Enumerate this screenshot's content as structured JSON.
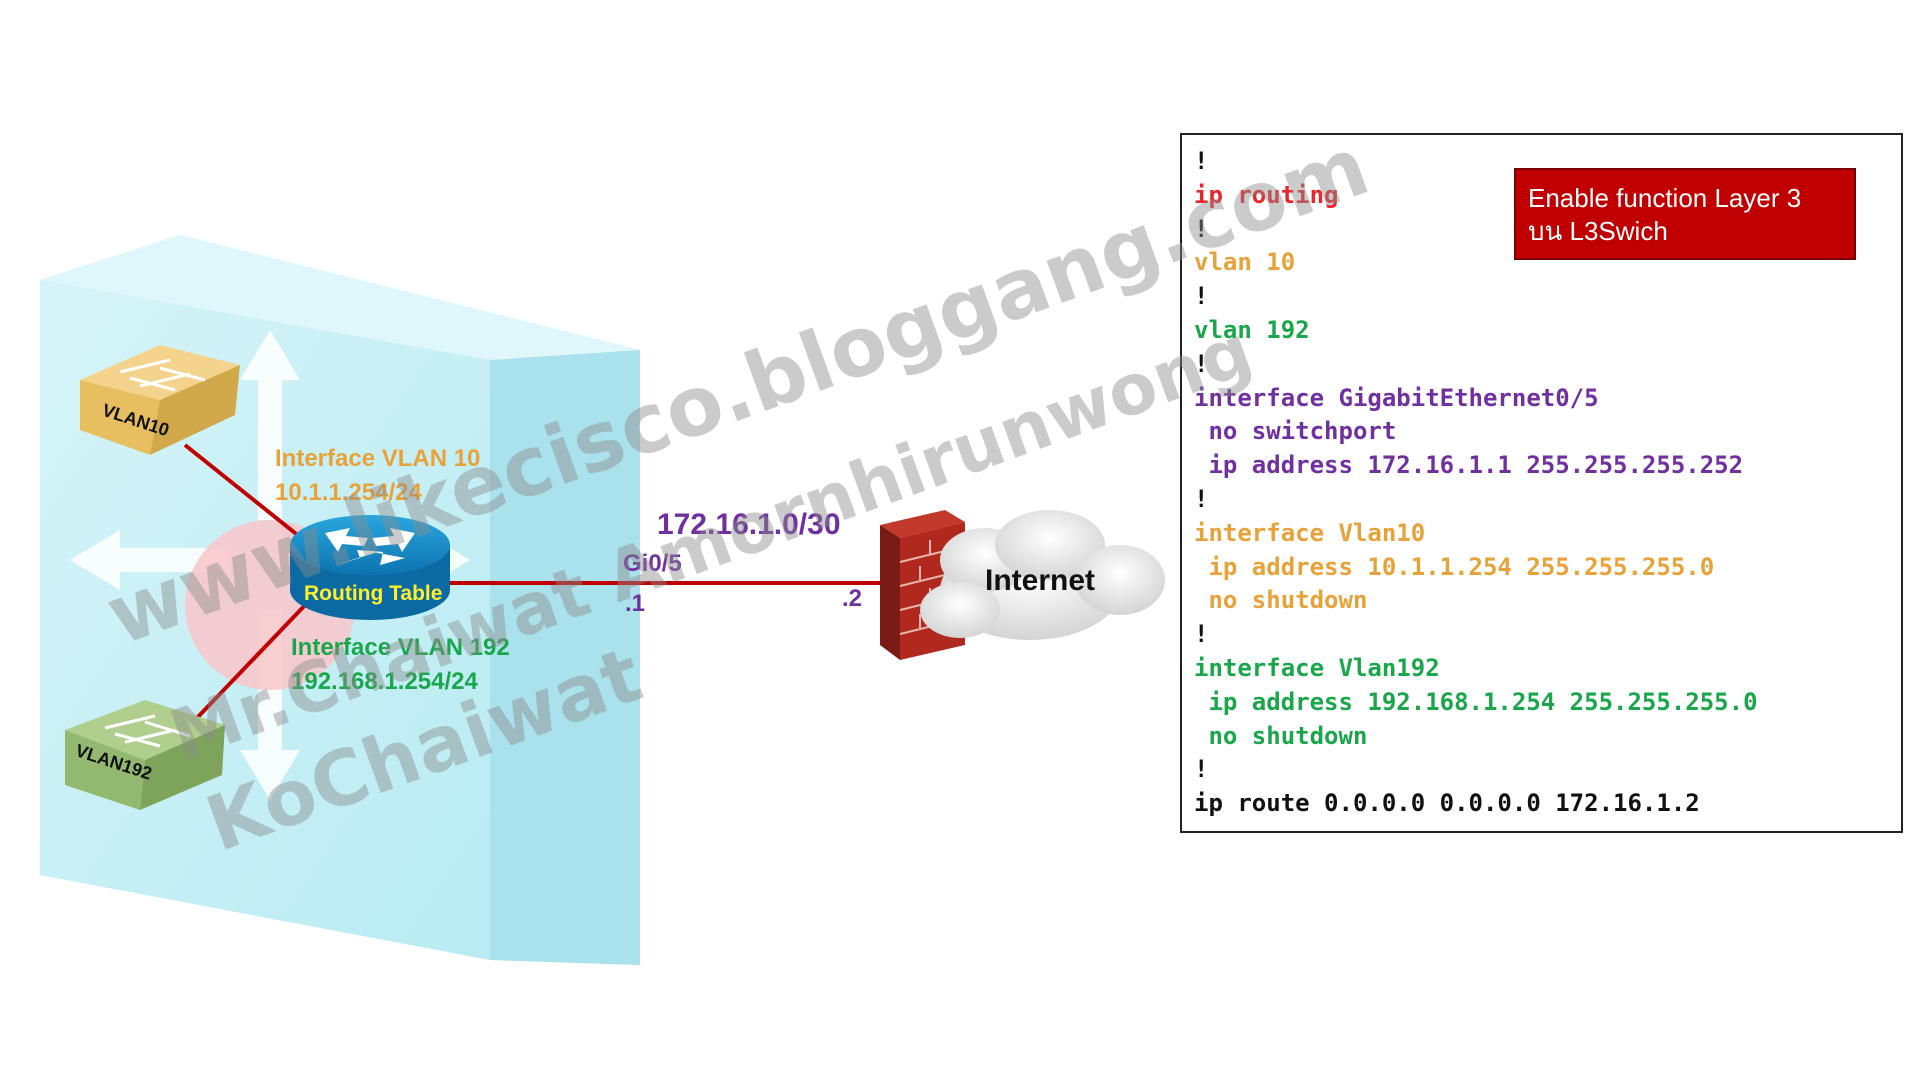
{
  "vlan10_switch": "VLAN10",
  "vlan192_switch": "VLAN192",
  "router_label": "Routing Table",
  "iface_vlan10": {
    "name": "Interface VLAN 10",
    "ip": "10.1.1.254/24"
  },
  "iface_vlan192": {
    "name": "Interface VLAN 192",
    "ip": "192.168.1.254/24"
  },
  "link": {
    "network": "172.16.1.0/30",
    "port": "Gi0/5",
    "left_ip": ".1",
    "right_ip": ".2"
  },
  "internet_label": "Internet",
  "callout": {
    "line1": "Enable function Layer 3",
    "line2": "บน L3Swich"
  },
  "config_lines": [
    {
      "text": "!",
      "color": "#111111"
    },
    {
      "text": "ip routing",
      "color": "#e8262e"
    },
    {
      "text": "!",
      "color": "#111111"
    },
    {
      "text": "vlan 10",
      "color": "#e8a23a"
    },
    {
      "text": "!",
      "color": "#111111"
    },
    {
      "text": "vlan 192",
      "color": "#1aa64a"
    },
    {
      "text": "!",
      "color": "#111111"
    },
    {
      "text": "interface GigabitEthernet0/5",
      "color": "#7030a0"
    },
    {
      "text": " no switchport",
      "color": "#7030a0"
    },
    {
      "text": " ip address 172.16.1.1 255.255.255.252",
      "color": "#7030a0"
    },
    {
      "text": "!",
      "color": "#111111"
    },
    {
      "text": "interface Vlan10",
      "color": "#e8a23a"
    },
    {
      "text": " ip address 10.1.1.254 255.255.255.0",
      "color": "#e8a23a"
    },
    {
      "text": " no shutdown",
      "color": "#e8a23a"
    },
    {
      "text": "!",
      "color": "#111111"
    },
    {
      "text": "interface Vlan192",
      "color": "#1aa64a"
    },
    {
      "text": " ip address 192.168.1.254 255.255.255.0",
      "color": "#1aa64a"
    },
    {
      "text": " no shutdown",
      "color": "#1aa64a"
    },
    {
      "text": "!",
      "color": "#111111"
    },
    {
      "text": "ip route 0.0.0.0 0.0.0.0 172.16.1.2",
      "color": "#111111"
    }
  ],
  "watermark": {
    "line1": "www.likecisco.bloggang.com",
    "line2": "Mr.Chaiwat Amornhirunwong",
    "line3": "KoChaiwat"
  }
}
